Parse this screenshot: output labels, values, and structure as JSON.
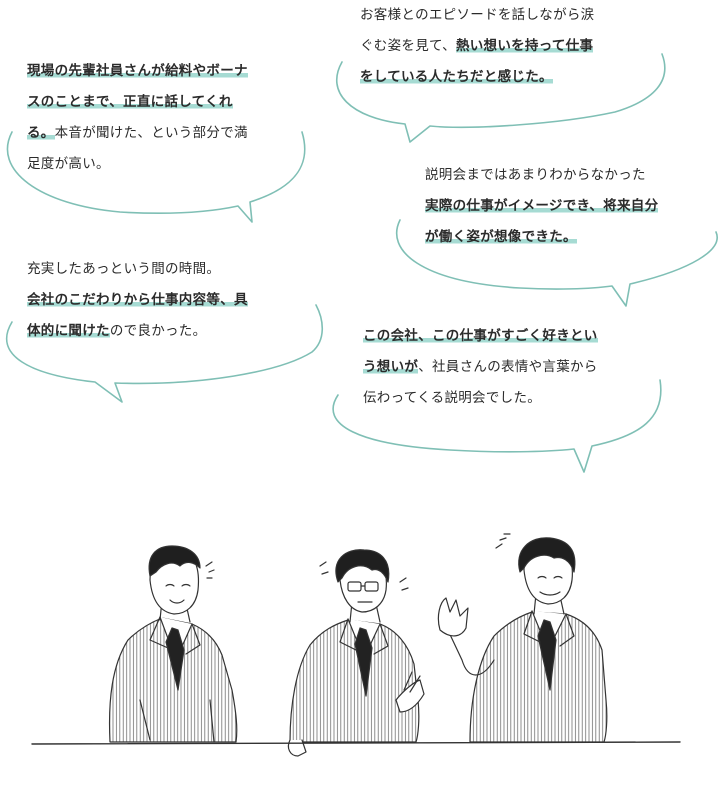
{
  "comments": [
    {
      "id": "bubble-1",
      "segments": [
        [
          {
            "t": "現場の先輩社員さんが給料やボーナ",
            "hl": true
          }
        ],
        [
          {
            "t": "スのことまで、正直に話してくれ",
            "hl": true
          }
        ],
        [
          {
            "t": "る。",
            "hl": true
          },
          {
            "t": "本音が聞けた、という部分で満",
            "hl": false
          }
        ],
        [
          {
            "t": "足度が高い。",
            "hl": false
          }
        ]
      ]
    },
    {
      "id": "bubble-2",
      "segments": [
        [
          {
            "t": "お客様とのエピソードを話しながら涙",
            "hl": false
          }
        ],
        [
          {
            "t": "ぐむ姿を見て、",
            "hl": false
          },
          {
            "t": "熱い想いを持って仕事",
            "hl": true
          }
        ],
        [
          {
            "t": "をしている人たちだと感じた。",
            "hl": true
          }
        ]
      ]
    },
    {
      "id": "bubble-3",
      "segments": [
        [
          {
            "t": "説明会まではあまりわからなかった",
            "hl": false
          }
        ],
        [
          {
            "t": "実際の仕事がイメージでき、将来自分",
            "hl": true
          }
        ],
        [
          {
            "t": "が働く姿が想像できた。",
            "hl": true
          }
        ]
      ]
    },
    {
      "id": "bubble-4",
      "segments": [
        [
          {
            "t": "充実したあっという間の時間。",
            "hl": false
          }
        ],
        [
          {
            "t": "会社のこだわりから仕事内容等、具",
            "hl": true
          }
        ],
        [
          {
            "t": "体的に聞けた",
            "hl": true
          },
          {
            "t": "ので良かった。",
            "hl": false
          }
        ]
      ]
    },
    {
      "id": "bubble-5",
      "segments": [
        [
          {
            "t": "この会社、この仕事がすごく好きとい",
            "hl": true
          }
        ],
        [
          {
            "t": "う想いが",
            "hl": true
          },
          {
            "t": "、社員さんの表情や言葉から",
            "hl": false
          }
        ],
        [
          {
            "t": "伝わってくる説明会でした。",
            "hl": false
          }
        ]
      ]
    }
  ],
  "colors": {
    "highlight": "#a6dbd3",
    "bubble_outline": "#7fbfb5",
    "text": "#2b2b2b",
    "sketch": "#333333"
  },
  "illustration": {
    "subject": "three-men-in-suits-talking-icon"
  }
}
